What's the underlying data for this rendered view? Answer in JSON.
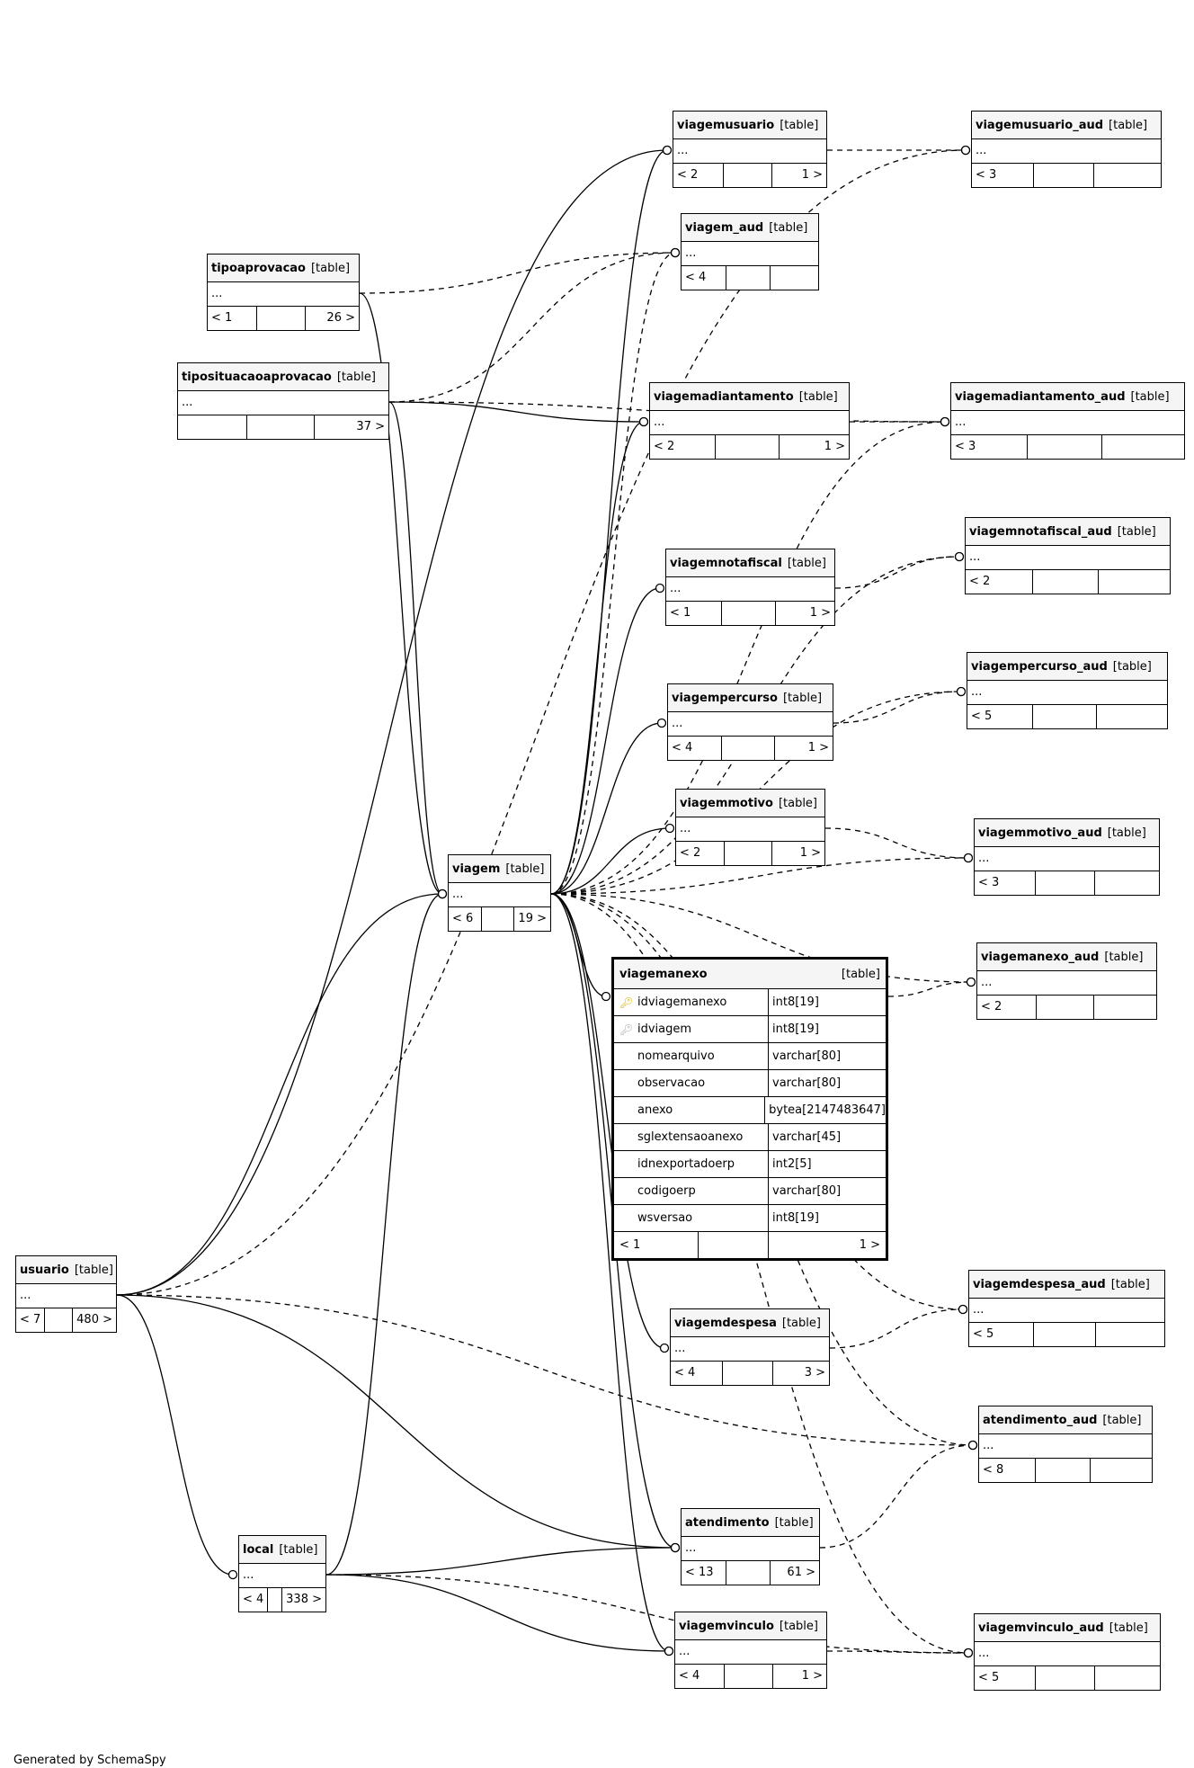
{
  "tables": [
    {
      "id": "viagemusuario",
      "name": "viagemusuario",
      "type": "[table]",
      "rows_label": "...",
      "counts": [
        "< 2",
        "",
        "1 >"
      ]
    },
    {
      "id": "viagemusuario_aud",
      "name": "viagemusuario_aud",
      "type": "[table]",
      "rows_label": "...",
      "counts": [
        "< 3",
        "",
        ""
      ]
    },
    {
      "id": "viagem_aud",
      "name": "viagem_aud",
      "type": "[table]",
      "rows_label": "...",
      "counts": [
        "< 4",
        "",
        ""
      ]
    },
    {
      "id": "tipoaprovacao",
      "name": "tipoaprovacao",
      "type": "[table]",
      "rows_label": "...",
      "counts": [
        "< 1",
        "",
        "26 >"
      ]
    },
    {
      "id": "tiposituacaoaprovacao",
      "name": "tiposituacaoaprovacao",
      "type": "[table]",
      "rows_label": "...",
      "counts": [
        "",
        "",
        "37 >"
      ]
    },
    {
      "id": "viagemadiantamento",
      "name": "viagemadiantamento",
      "type": "[table]",
      "rows_label": "...",
      "counts": [
        "< 2",
        "",
        "1 >"
      ]
    },
    {
      "id": "viagemadiantamento_aud",
      "name": "viagemadiantamento_aud",
      "type": "[table]",
      "rows_label": "...",
      "counts": [
        "< 3",
        "",
        ""
      ]
    },
    {
      "id": "viagemnotafiscal_aud",
      "name": "viagemnotafiscal_aud",
      "type": "[table]",
      "rows_label": "...",
      "counts": [
        "< 2",
        "",
        ""
      ]
    },
    {
      "id": "viagemnotafiscal",
      "name": "viagemnotafiscal",
      "type": "[table]",
      "rows_label": "...",
      "counts": [
        "< 1",
        "",
        "1 >"
      ]
    },
    {
      "id": "viagempercurso_aud",
      "name": "viagempercurso_aud",
      "type": "[table]",
      "rows_label": "...",
      "counts": [
        "< 5",
        "",
        ""
      ]
    },
    {
      "id": "viagempercurso",
      "name": "viagempercurso",
      "type": "[table]",
      "rows_label": "...",
      "counts": [
        "< 4",
        "",
        "1 >"
      ]
    },
    {
      "id": "viagemmotivo",
      "name": "viagemmotivo",
      "type": "[table]",
      "rows_label": "...",
      "counts": [
        "< 2",
        "",
        "1 >"
      ]
    },
    {
      "id": "viagemmotivo_aud",
      "name": "viagemmotivo_aud",
      "type": "[table]",
      "rows_label": "...",
      "counts": [
        "< 3",
        "",
        ""
      ]
    },
    {
      "id": "viagem",
      "name": "viagem",
      "type": "[table]",
      "rows_label": "...",
      "counts": [
        "< 6",
        "",
        "19 >"
      ]
    },
    {
      "id": "viagemanexo_aud",
      "name": "viagemanexo_aud",
      "type": "[table]",
      "rows_label": "...",
      "counts": [
        "< 2",
        "",
        ""
      ]
    },
    {
      "id": "usuario",
      "name": "usuario",
      "type": "[table]",
      "rows_label": "...",
      "counts": [
        "< 7",
        "",
        "480 >"
      ]
    },
    {
      "id": "viagemdespesa_aud",
      "name": "viagemdespesa_aud",
      "type": "[table]",
      "rows_label": "...",
      "counts": [
        "< 5",
        "",
        ""
      ]
    },
    {
      "id": "viagemdespesa",
      "name": "viagemdespesa",
      "type": "[table]",
      "rows_label": "...",
      "counts": [
        "< 4",
        "",
        "3 >"
      ]
    },
    {
      "id": "atendimento_aud",
      "name": "atendimento_aud",
      "type": "[table]",
      "rows_label": "...",
      "counts": [
        "< 8",
        "",
        ""
      ]
    },
    {
      "id": "atendimento",
      "name": "atendimento",
      "type": "[table]",
      "rows_label": "...",
      "counts": [
        "< 13",
        "",
        "61 >"
      ]
    },
    {
      "id": "local",
      "name": "local",
      "type": "[table]",
      "rows_label": "...",
      "counts": [
        "< 4",
        "",
        "338 >"
      ]
    },
    {
      "id": "viagemvinculo",
      "name": "viagemvinculo",
      "type": "[table]",
      "rows_label": "...",
      "counts": [
        "< 4",
        "",
        "1 >"
      ]
    },
    {
      "id": "viagemvinculo_aud",
      "name": "viagemvinculo_aud",
      "type": "[table]",
      "rows_label": "...",
      "counts": [
        "< 5",
        "",
        ""
      ]
    }
  ],
  "focus_table": {
    "name": "viagemanexo",
    "type": "[table]",
    "columns": [
      {
        "name": "idviagemanexo",
        "type": "int8[19]",
        "key": "primary"
      },
      {
        "name": "idviagem",
        "type": "int8[19]",
        "key": "foreign"
      },
      {
        "name": "nomearquivo",
        "type": "varchar[80]",
        "key": ""
      },
      {
        "name": "observacao",
        "type": "varchar[80]",
        "key": ""
      },
      {
        "name": "anexo",
        "type": "bytea[2147483647]",
        "key": ""
      },
      {
        "name": "sglextensaoanexo",
        "type": "varchar[45]",
        "key": ""
      },
      {
        "name": "idnexportadoerp",
        "type": "int2[5]",
        "key": ""
      },
      {
        "name": "codigoerp",
        "type": "varchar[80]",
        "key": ""
      },
      {
        "name": "wsversao",
        "type": "int8[19]",
        "key": ""
      }
    ],
    "counts": [
      "< 1",
      "",
      "1 >"
    ]
  },
  "relationships": [
    {
      "from": "viagemusuario",
      "to": "viagemusuario_aud",
      "style": "dashed"
    },
    {
      "from": "viagemadiantamento",
      "to": "viagemadiantamento_aud",
      "style": "dashed"
    },
    {
      "from": "viagemnotafiscal",
      "to": "viagemnotafiscal_aud",
      "style": "dashed"
    },
    {
      "from": "viagempercurso",
      "to": "viagempercurso_aud",
      "style": "dashed"
    },
    {
      "from": "viagemmotivo",
      "to": "viagemmotivo_aud",
      "style": "dashed"
    },
    {
      "from": "viagemanexo",
      "to": "viagemanexo_aud",
      "style": "dashed"
    },
    {
      "from": "viagemdespesa",
      "to": "viagemdespesa_aud",
      "style": "dashed"
    },
    {
      "from": "atendimento",
      "to": "atendimento_aud",
      "style": "dashed"
    },
    {
      "from": "viagemvinculo",
      "to": "viagemvinculo_aud",
      "style": "dashed"
    },
    {
      "from": "viagem",
      "to": "viagemusuario",
      "style": "solid"
    },
    {
      "from": "viagem",
      "to": "viagemadiantamento",
      "style": "solid"
    },
    {
      "from": "viagem",
      "to": "viagemnotafiscal",
      "style": "solid"
    },
    {
      "from": "viagem",
      "to": "viagempercurso",
      "style": "solid"
    },
    {
      "from": "viagem",
      "to": "viagemmotivo",
      "style": "solid"
    },
    {
      "from": "viagem",
      "to": "viagemanexo",
      "style": "solid"
    },
    {
      "from": "viagem",
      "to": "viagemdespesa",
      "style": "solid"
    },
    {
      "from": "viagem",
      "to": "atendimento",
      "style": "solid"
    },
    {
      "from": "viagem",
      "to": "viagemvinculo",
      "style": "solid"
    },
    {
      "from": "viagem",
      "to": "viagem_aud",
      "style": "dashed"
    },
    {
      "from": "viagem",
      "to": "viagemadiantamento_aud",
      "style": "dashed"
    },
    {
      "from": "viagem",
      "to": "viagemnotafiscal_aud",
      "style": "dashed"
    },
    {
      "from": "viagem",
      "to": "viagempercurso_aud",
      "style": "dashed"
    },
    {
      "from": "viagem",
      "to": "viagemmotivo_aud",
      "style": "dashed"
    },
    {
      "from": "viagem",
      "to": "viagemanexo_aud",
      "style": "dashed"
    },
    {
      "from": "viagem",
      "to": "viagemdespesa_aud",
      "style": "dashed"
    },
    {
      "from": "viagem",
      "to": "atendimento_aud",
      "style": "dashed"
    },
    {
      "from": "viagem",
      "to": "viagemvinculo_aud",
      "style": "dashed"
    },
    {
      "from": "usuario",
      "to": "viagemusuario",
      "style": "solid"
    },
    {
      "from": "usuario",
      "to": "viagemusuario_aud",
      "style": "dashed"
    },
    {
      "from": "usuario",
      "to": "viagem",
      "style": "solid"
    },
    {
      "from": "usuario",
      "to": "local",
      "style": "solid"
    },
    {
      "from": "usuario",
      "to": "atendimento",
      "style": "solid"
    },
    {
      "from": "usuario",
      "to": "atendimento_aud",
      "style": "dashed"
    },
    {
      "from": "tipoaprovacao",
      "to": "viagem",
      "style": "solid"
    },
    {
      "from": "tipoaprovacao",
      "to": "viagem_aud",
      "style": "dashed"
    },
    {
      "from": "tiposituacaoaprovacao",
      "to": "viagem",
      "style": "solid"
    },
    {
      "from": "tiposituacaoaprovacao",
      "to": "viagemadiantamento",
      "style": "solid"
    },
    {
      "from": "tiposituacaoaprovacao",
      "to": "viagem_aud",
      "style": "dashed"
    },
    {
      "from": "tiposituacaoaprovacao",
      "to": "viagemadiantamento_aud",
      "style": "dashed"
    },
    {
      "from": "local",
      "to": "viagem",
      "style": "solid"
    },
    {
      "from": "local",
      "to": "atendimento",
      "style": "solid"
    },
    {
      "from": "local",
      "to": "viagemvinculo",
      "style": "solid"
    },
    {
      "from": "local",
      "to": "viagemvinculo_aud",
      "style": "dashed"
    }
  ],
  "footer": "Generated by SchemaSpy"
}
